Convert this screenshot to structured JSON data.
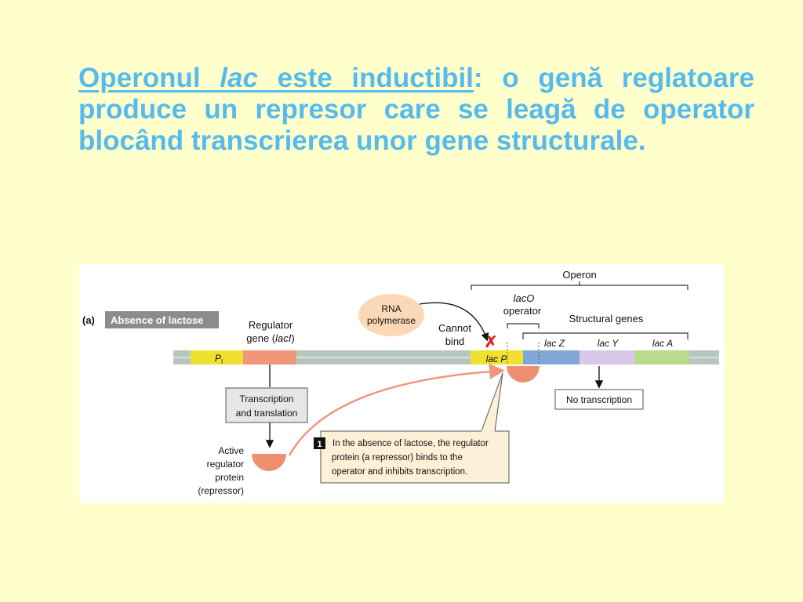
{
  "slide": {
    "title": {
      "part1": "Operonul",
      "lac": "lac",
      "part2": "este inductibil",
      "colon": ":",
      "rest": "o genă reglatoare produce un represor care se leagă de operator blocând transcrierea unor gene structurale."
    }
  },
  "figure": {
    "panel_letter": "(a)",
    "panel_title": "Absence of lactose",
    "operon_label": "Operon",
    "regulator_gene_label_line1": "Regulator",
    "regulator_gene_label_line2_pre": "gene (",
    "regulator_gene_label_line2_italic": "lacI",
    "regulator_gene_label_line2_post": ")",
    "rna_polymerase_line1": "RNA",
    "rna_polymerase_line2": "polymerase",
    "cannot_bind_line1": "Cannot",
    "cannot_bind_line2": "bind",
    "laco_line1": "lacO",
    "laco_line2": "operator",
    "structural_genes": "Structural genes",
    "gene_p1": "P",
    "gene_p1_sub": "I",
    "lacp": "lac P",
    "lacz": "lac Z",
    "lacy": "lac Y",
    "laca": "lac A",
    "transcription_box_line1": "Transcription",
    "transcription_box_line2": "and translation",
    "active_regulator_line1": "Active",
    "active_regulator_line2": "regulator",
    "active_regulator_line3": "protein",
    "active_regulator_line4": "(repressor)",
    "no_transcription": "No transcription",
    "step_number": "1",
    "step_text_line1": "In the absence of lactose, the regulator",
    "step_text_line2": "protein (a repressor) binds to the",
    "step_text_line3": "operator and inhibits transcription.",
    "x_mark": "✗",
    "colors": {
      "background": "#ffffcc",
      "title_text": "#55bbee",
      "dna": "#b4c6bd",
      "promoter": "#f0e030",
      "regulator_gene": "#f0967a",
      "lacz": "#7fa8d8",
      "lacy": "#d8c8e8",
      "laca": "#b8dc8a",
      "repressor": "#ee9070",
      "callout": "#fdf0d8",
      "rna_polymerase": "#fbd9b6",
      "x_mark": "#e02020"
    }
  }
}
